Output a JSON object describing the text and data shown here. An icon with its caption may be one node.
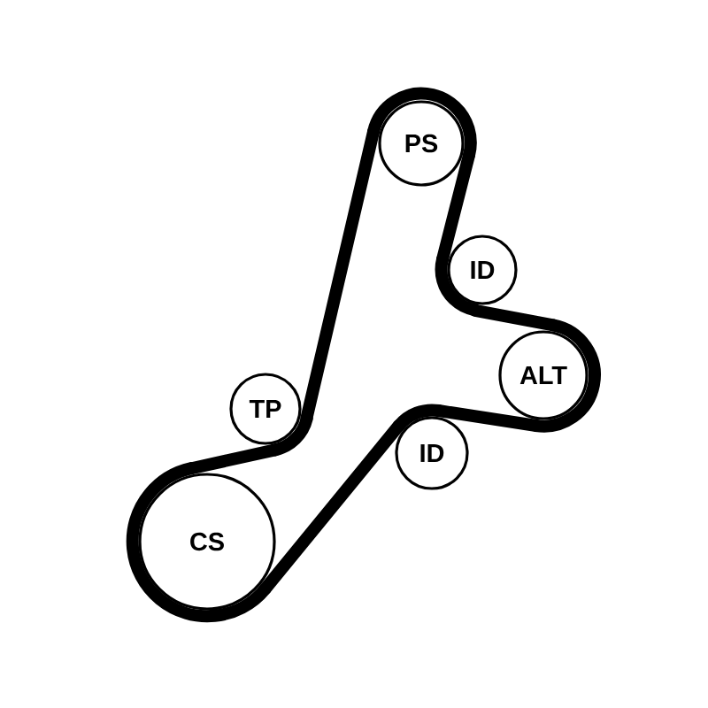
{
  "diagram": {
    "nodes": [
      {
        "text": [
          "PS"
        ]
      },
      {
        "text": [
          "ID"
        ]
      },
      {
        "text": [
          "ALT"
        ]
      },
      {
        "text": [
          "TP"
        ]
      },
      {
        "text": [
          "ID"
        ]
      },
      {
        "text": [
          "CS"
        ]
      }
    ],
    "edges": [
      {
        "from": 5,
        "to": 3,
        "arrow": "none"
      },
      {
        "from": 3,
        "to": 0,
        "arrow": "none"
      },
      {
        "from": 0,
        "to": 1,
        "arrow": "none"
      },
      {
        "from": 1,
        "to": 2,
        "arrow": "none"
      },
      {
        "from": 2,
        "to": 4,
        "arrow": "none"
      },
      {
        "from": 4,
        "to": 5,
        "arrow": "none"
      }
    ]
  }
}
